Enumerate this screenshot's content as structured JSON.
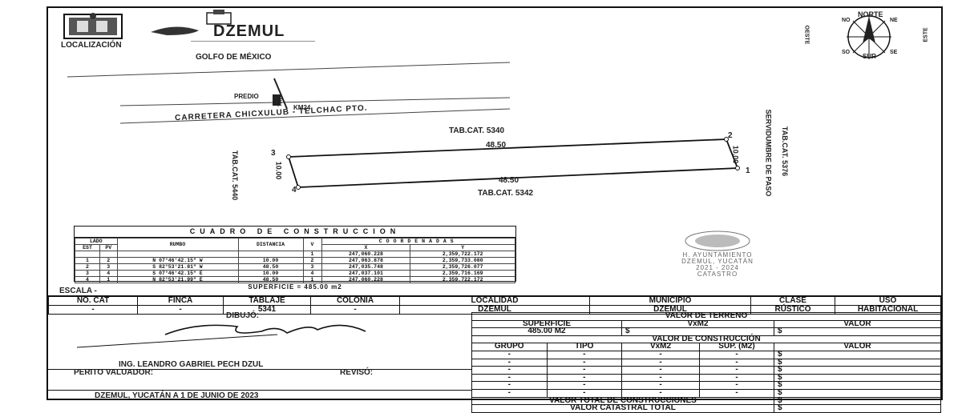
{
  "header": {
    "localizacion": "LOCALIZACIÓN",
    "logo_text": "DZEMUL"
  },
  "compass": {
    "north": "NORTE",
    "south": "SUR",
    "east": "ESTE",
    "west": "OESTE",
    "ne": "NE",
    "no": "NO",
    "se": "SE",
    "so": "SO"
  },
  "location": {
    "gulf": "GOLFO DE MÉXICO",
    "predio": "PREDIO",
    "road": "CARRETERA CHICXULUB - TELCHAC PTO.",
    "km": "KM24",
    "tablaje": "TAB."
  },
  "plot": {
    "north_neighbor": "TAB.CAT. 5340",
    "south_neighbor": "TAB.CAT. 5342",
    "west_neighbor": "TAB.CAT. 5440",
    "east_neighbor": "TAB.CAT. 5376",
    "east_servidumbre": "SERVIDUMBRE DE PASO",
    "top_length": "48.50",
    "bottom_length": "48.50",
    "left_length": "10.00",
    "right_length": "10.00",
    "v1": "1",
    "v2": "2",
    "v3": "3",
    "v4": "4"
  },
  "construction_table": {
    "title": "CUADRO DE CONSTRUCCION",
    "headers": {
      "lado": "LADO",
      "est": "EST",
      "pv": "PV",
      "rumbo": "RUMBO",
      "distancia": "DISTANCIA",
      "v": "V",
      "coordenadas": "COORDENADAS",
      "x": "X",
      "y": "Y"
    },
    "first_row": {
      "v": "1",
      "x": "247,060.228",
      "y": "2,359,722.172"
    },
    "rows": [
      {
        "est": "1",
        "pv": "2",
        "rumbo": "N 07°46'42.15\" W",
        "distancia": "10.00",
        "v": "2",
        "x": "247,063.878",
        "y": "2,359,733.080"
      },
      {
        "est": "2",
        "pv": "3",
        "rumbo": "S 82°53'21.81\" W",
        "distancia": "48.50",
        "v": "3",
        "x": "247,035.748",
        "y": "2,359,726.077"
      },
      {
        "est": "3",
        "pv": "4",
        "rumbo": "S 07°46'42.15\" E",
        "distancia": "10.00",
        "v": "4",
        "x": "247,037.101",
        "y": "2,359,716.169"
      },
      {
        "est": "4",
        "pv": "1",
        "rumbo": "N 82°53'21.99\" E",
        "distancia": "48.50",
        "v": "1",
        "x": "247,060.228",
        "y": "2,359,722.172"
      }
    ],
    "superficie": "SUPERFICIE = 485.00 m2"
  },
  "seal": {
    "line1": "H. AYUNTAMIENTO",
    "line2": "DZEMUL, YUCATÁN",
    "line3": "2021 - 2024",
    "line4": "CATASTRO"
  },
  "info": {
    "escala": "ESCALA -",
    "headers": [
      "NO. CAT",
      "FINCA",
      "TABLAJE",
      "COLONIA",
      "LOCALIDAD",
      "MUNICIPIO",
      "CLASE",
      "USO"
    ],
    "values": [
      "-",
      "-",
      "5341",
      "-",
      "DZEMUL",
      "DZEMUL",
      "RÚSTICO",
      "HABITACIONAL"
    ]
  },
  "signatures": {
    "dibujo": "DIBUJÓ:",
    "name": "ING. LEANDRO GABRIEL PECH DZUL",
    "perito": "PERITO VALUADOR:",
    "reviso": "REVISÓ:",
    "date": "DZEMUL, YUCATÁN A 1 DE JUNIO DE 2023"
  },
  "valuation": {
    "terreno_title": "VALOR DE TERRENO",
    "superficie_label": "SUPERFICIE",
    "vxm2_label": "VxM2",
    "valor_label": "VALOR",
    "superficie_value": "485.00 M2",
    "currency": "$",
    "construccion_title": "VALOR DE CONSTRUCCIÓN",
    "headers": [
      "GRUPO",
      "TIPO",
      "VxM2",
      "SUP. (M2)",
      "VALOR"
    ],
    "dash": "-",
    "total_construcciones": "VALOR TOTAL DE CONSTRUCCIONES",
    "valor_catastral": "VALOR CATASTRAL TOTAL"
  }
}
